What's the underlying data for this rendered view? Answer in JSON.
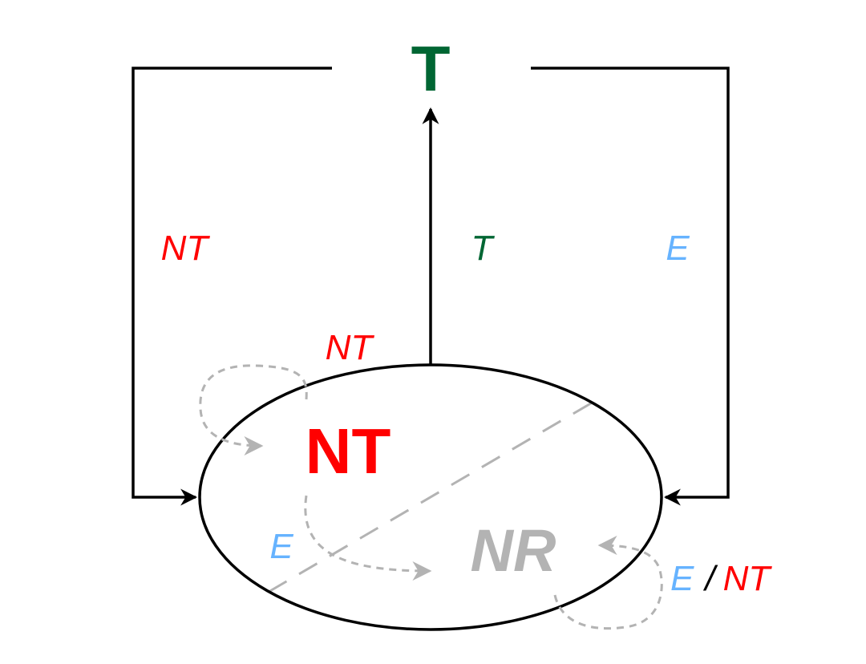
{
  "nodes": {
    "top": {
      "label": "T"
    },
    "inner_nt": {
      "label": "NT"
    },
    "inner_nr": {
      "label": "NR"
    }
  },
  "edges": {
    "left_outer": {
      "label": "NT"
    },
    "center": {
      "label": "T"
    },
    "right_outer": {
      "label": "E"
    },
    "nt_self_loop": {
      "label": "NT"
    },
    "nt_to_nr": {
      "label": "E"
    },
    "nr_self_loop": {
      "label_e": "E",
      "separator": "/",
      "label_nt": "NT"
    }
  },
  "colors": {
    "green": "#006633",
    "red": "#ff0000",
    "blue": "#66b3ff",
    "gray": "#b3b3b3",
    "black": "#000000"
  }
}
